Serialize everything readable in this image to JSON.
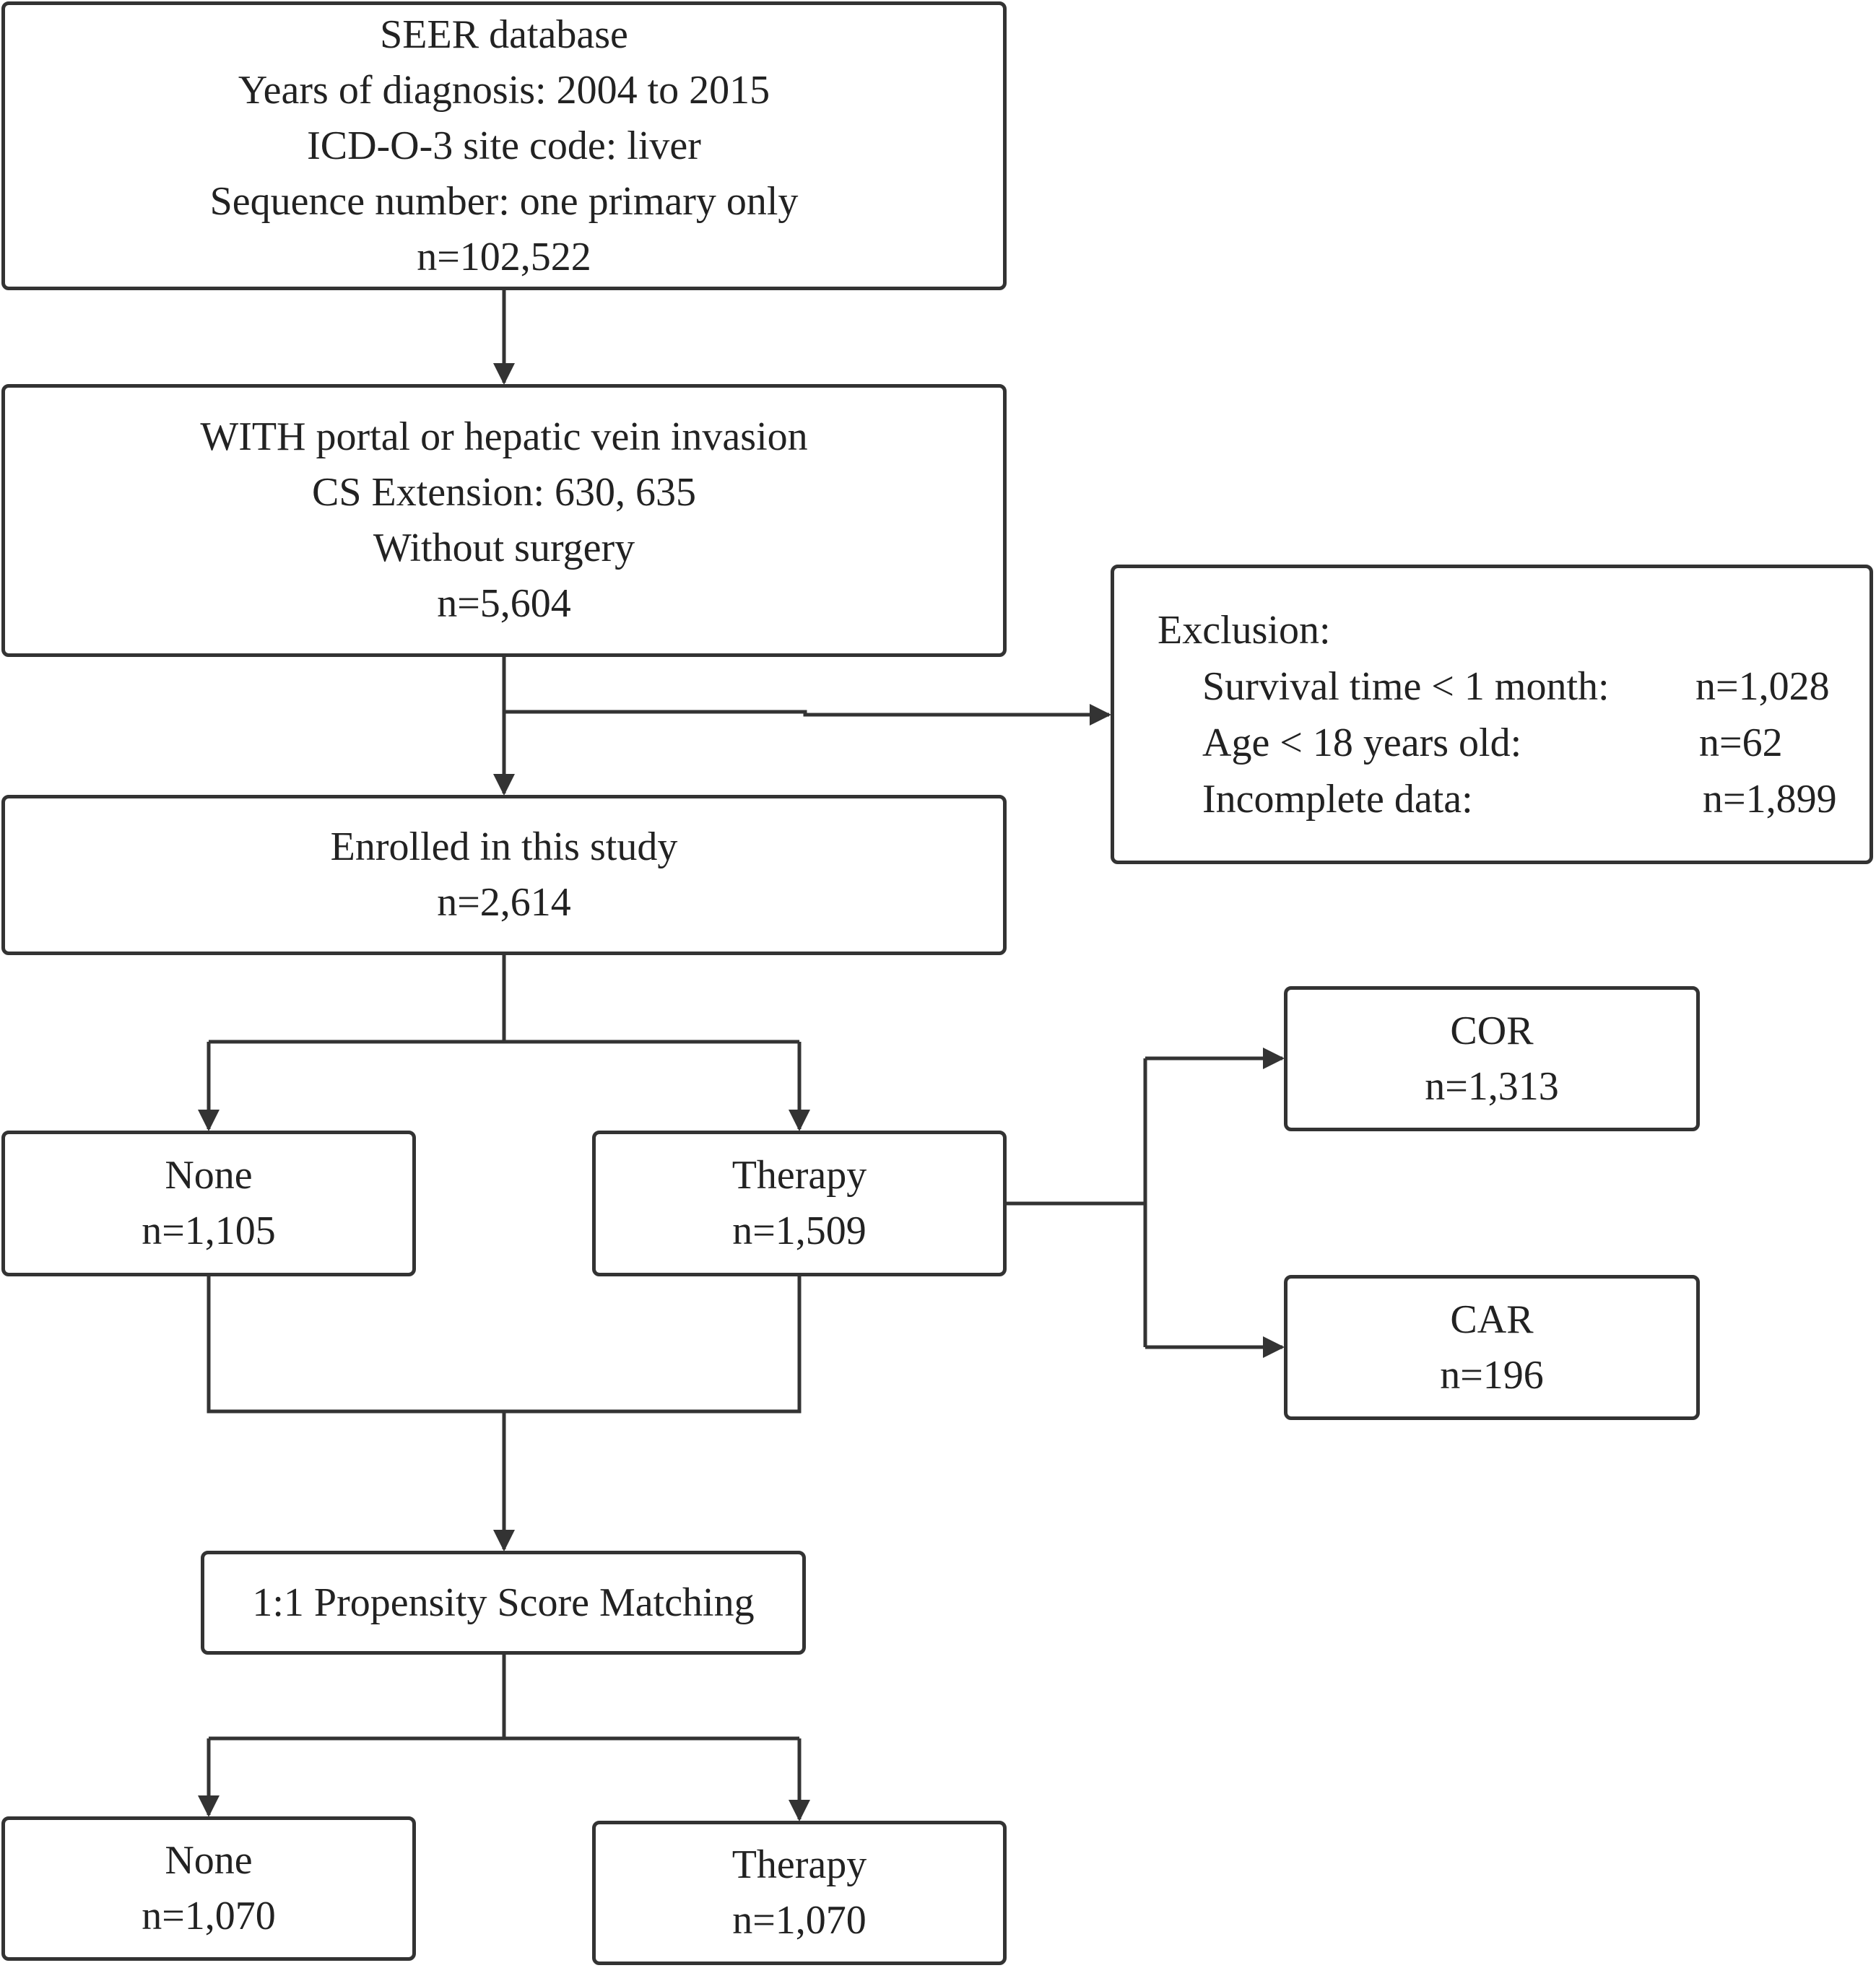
{
  "seer_box": {
    "line1": "SEER database",
    "line2": "Years of diagnosis: 2004 to 2015",
    "line3": "ICD-O-3 site code: liver",
    "line4": "Sequence number: one primary only",
    "count": "n=102,522"
  },
  "invasion_box": {
    "line1": "WITH portal or hepatic vein invasion",
    "line2": "CS Extension: 630, 635",
    "line3": "Without surgery",
    "count": "n=5,604"
  },
  "exclusion_box": {
    "title": "Exclusion:",
    "rows": [
      {
        "label": "Survival time < 1 month:",
        "value": "n=1,028"
      },
      {
        "label": "Age < 18 years old:",
        "value": "n=62"
      },
      {
        "label": "Incomplete data:",
        "value": "n=1,899"
      }
    ]
  },
  "enrolled_box": {
    "label": "Enrolled in this study",
    "count": "n=2,614"
  },
  "none_box": {
    "label": "None",
    "count": "n=1,105"
  },
  "therapy_box": {
    "label": "Therapy",
    "count": "n=1,509"
  },
  "cor_box": {
    "label": "COR",
    "count": "n=1,313"
  },
  "car_box": {
    "label": "CAR",
    "count": "n=196"
  },
  "psm_box": {
    "label": "1:1 Propensity Score Matching"
  },
  "matched_none_box": {
    "label": "None",
    "count": "n=1,070"
  },
  "matched_therapy_box": {
    "label": "Therapy",
    "count": "n=1,070"
  },
  "colors": {
    "stroke": "#333333",
    "text": "#222222",
    "background": "#ffffff"
  }
}
